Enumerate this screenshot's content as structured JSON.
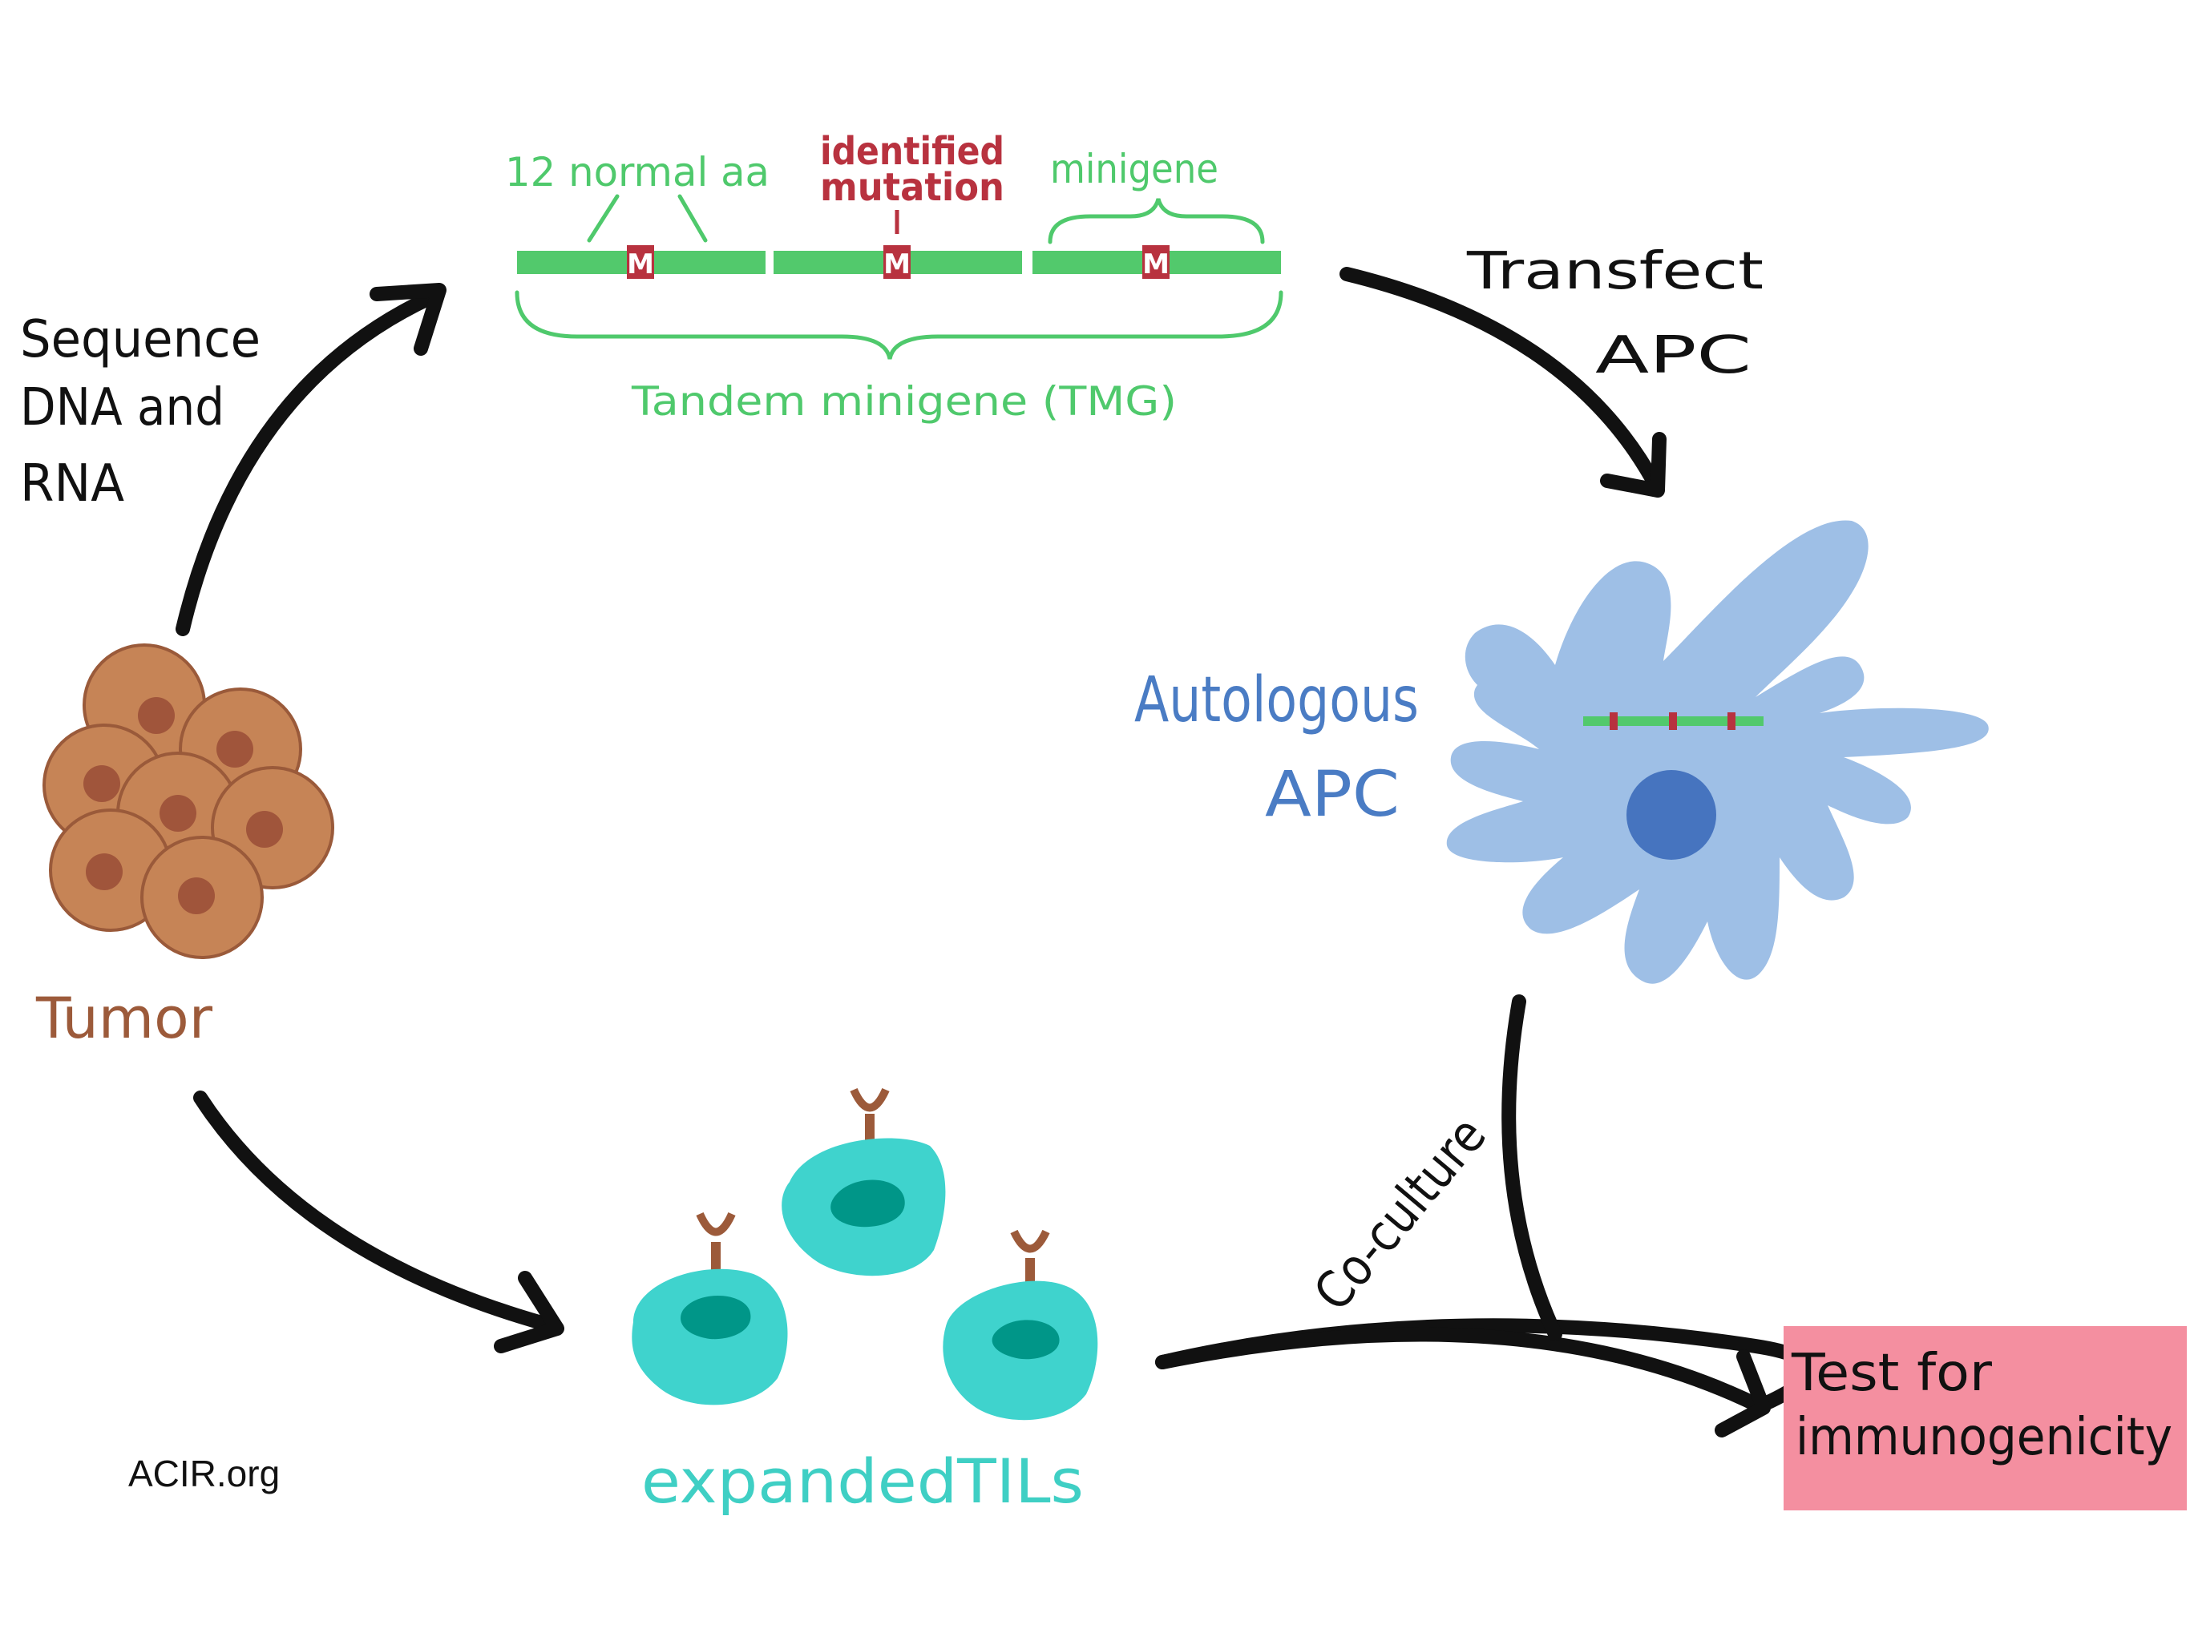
{
  "labels": {
    "sequence": [
      "Sequence",
      "DNA and",
      "RNA"
    ],
    "normal_aa": "12 normal aa",
    "identified_mutation": [
      "identified",
      "mutation"
    ],
    "minigene": "minigene",
    "mutation_marker": "M",
    "tmg": "Tandem minigene (TMG)",
    "transfect": [
      "Transfect",
      "APC"
    ],
    "autologous_apc": [
      "Autologous",
      "APC"
    ],
    "tumor": "Tumor",
    "expanded_tils": "expandedTILs",
    "co_culture": "Co-culture",
    "test": [
      "Test for",
      "immunogenicity"
    ],
    "credit": "ACIR.org"
  },
  "colors": {
    "tumor_cell": "#c68456",
    "tumor_nucleus": "#a0553b",
    "apc_body": "#9ebfe6",
    "apc_nucleus": "#4674bf",
    "til_body": "#3fd3cd",
    "til_nucleus": "#009688",
    "receptor": "#9c5a3a",
    "minigene_green": "#52c96c",
    "mutation_red": "#b8323f",
    "test_box": "#f48fa0",
    "arrow": "#111111"
  }
}
